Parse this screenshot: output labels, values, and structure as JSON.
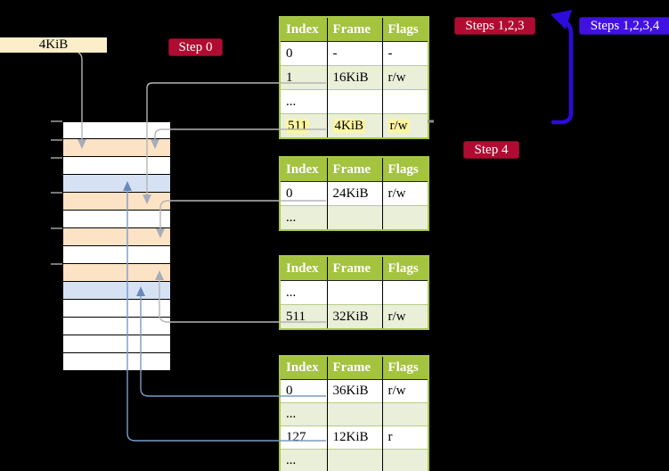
{
  "colors": {
    "bg": "#000000",
    "accent-red": "#b00c31",
    "accent-blue": "#4211e2",
    "cream": "#fbeec8",
    "olive": "#a4c33f",
    "olive-row": "#e9efd8",
    "mem-orange": "#fde3c5",
    "mem-blue": "#d6e2f4",
    "highlight-yellow": "#fdf6a1",
    "line-gray": "#b5b5b5",
    "arrow-gray": "#a6adb9",
    "line-blue": "#7b9ac8",
    "arrow-blue": "#6889bb",
    "big-arrow-blue": "#2c0bdb"
  },
  "labels": {
    "frame_size": "4KiB",
    "step0": "Step 0",
    "steps123": "Steps 1,2,3",
    "steps1234": "Steps 1,2,3,4",
    "step4": "Step 4"
  },
  "memory": {
    "rows": [
      "white",
      "orange",
      "white",
      "blue",
      "orange",
      "white",
      "orange",
      "white",
      "orange",
      "blue",
      "white",
      "white",
      "white",
      "white"
    ],
    "ticks": [
      135,
      156,
      176,
      215,
      255,
      295
    ]
  },
  "tables": [
    {
      "headers": [
        "Index",
        "Frame",
        "Flags"
      ],
      "rows": [
        {
          "cells": [
            "0",
            "-",
            "-"
          ]
        },
        {
          "cells": [
            "1",
            "16KiB",
            "r/w"
          ]
        },
        {
          "cells": [
            "...",
            "",
            ""
          ]
        },
        {
          "cells": [
            "511",
            "4KiB",
            "r/w"
          ],
          "highlighted": true
        }
      ]
    },
    {
      "headers": [
        "Index",
        "Frame",
        "Flags"
      ],
      "rows": [
        {
          "cells": [
            "0",
            "24KiB",
            "r/w"
          ]
        },
        {
          "cells": [
            "...",
            "",
            ""
          ]
        }
      ]
    },
    {
      "headers": [
        "Index",
        "Frame",
        "Flags"
      ],
      "rows": [
        {
          "cells": [
            "...",
            "",
            ""
          ]
        },
        {
          "cells": [
            "511",
            "32KiB",
            "r/w"
          ]
        }
      ]
    },
    {
      "headers": [
        "Index",
        "Frame",
        "Flags"
      ],
      "rows": [
        {
          "cells": [
            "0",
            "36KiB",
            "r/w"
          ]
        },
        {
          "cells": [
            "...",
            "",
            ""
          ]
        },
        {
          "cells": [
            "127",
            "12KiB",
            "r"
          ]
        },
        {
          "cells": [
            "...",
            "",
            ""
          ]
        }
      ]
    }
  ]
}
